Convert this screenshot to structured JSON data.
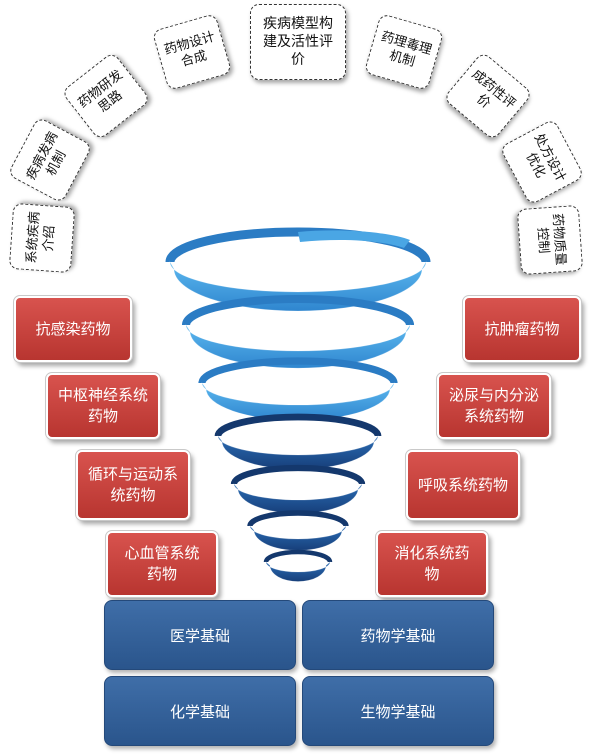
{
  "top_item": "疾病模型构建及活性评价",
  "arc_left": [
    "系统疾病介绍",
    "疾病发病机制",
    "药物研发思路",
    "药物设计合成"
  ],
  "arc_right": [
    "药理毒理机制",
    "成药性评价",
    "处方设计优化",
    "药物质量控制"
  ],
  "left_categories": [
    "抗感染药物",
    "中枢神经系统药物",
    "循环与运动系统药物",
    "心血管系统药物"
  ],
  "right_categories": [
    "抗肿瘤药物",
    "泌尿与内分泌系统药物",
    "呼吸系统药物",
    "消化系统药物"
  ],
  "foundations": [
    "医学基础",
    "药物学基础",
    "化学基础",
    "生物学基础"
  ],
  "colors": {
    "red": "#c4413c",
    "blue": "#2f5f99",
    "spiral_light": "#4aa6e4",
    "spiral_dark": "#1d4a8e"
  }
}
